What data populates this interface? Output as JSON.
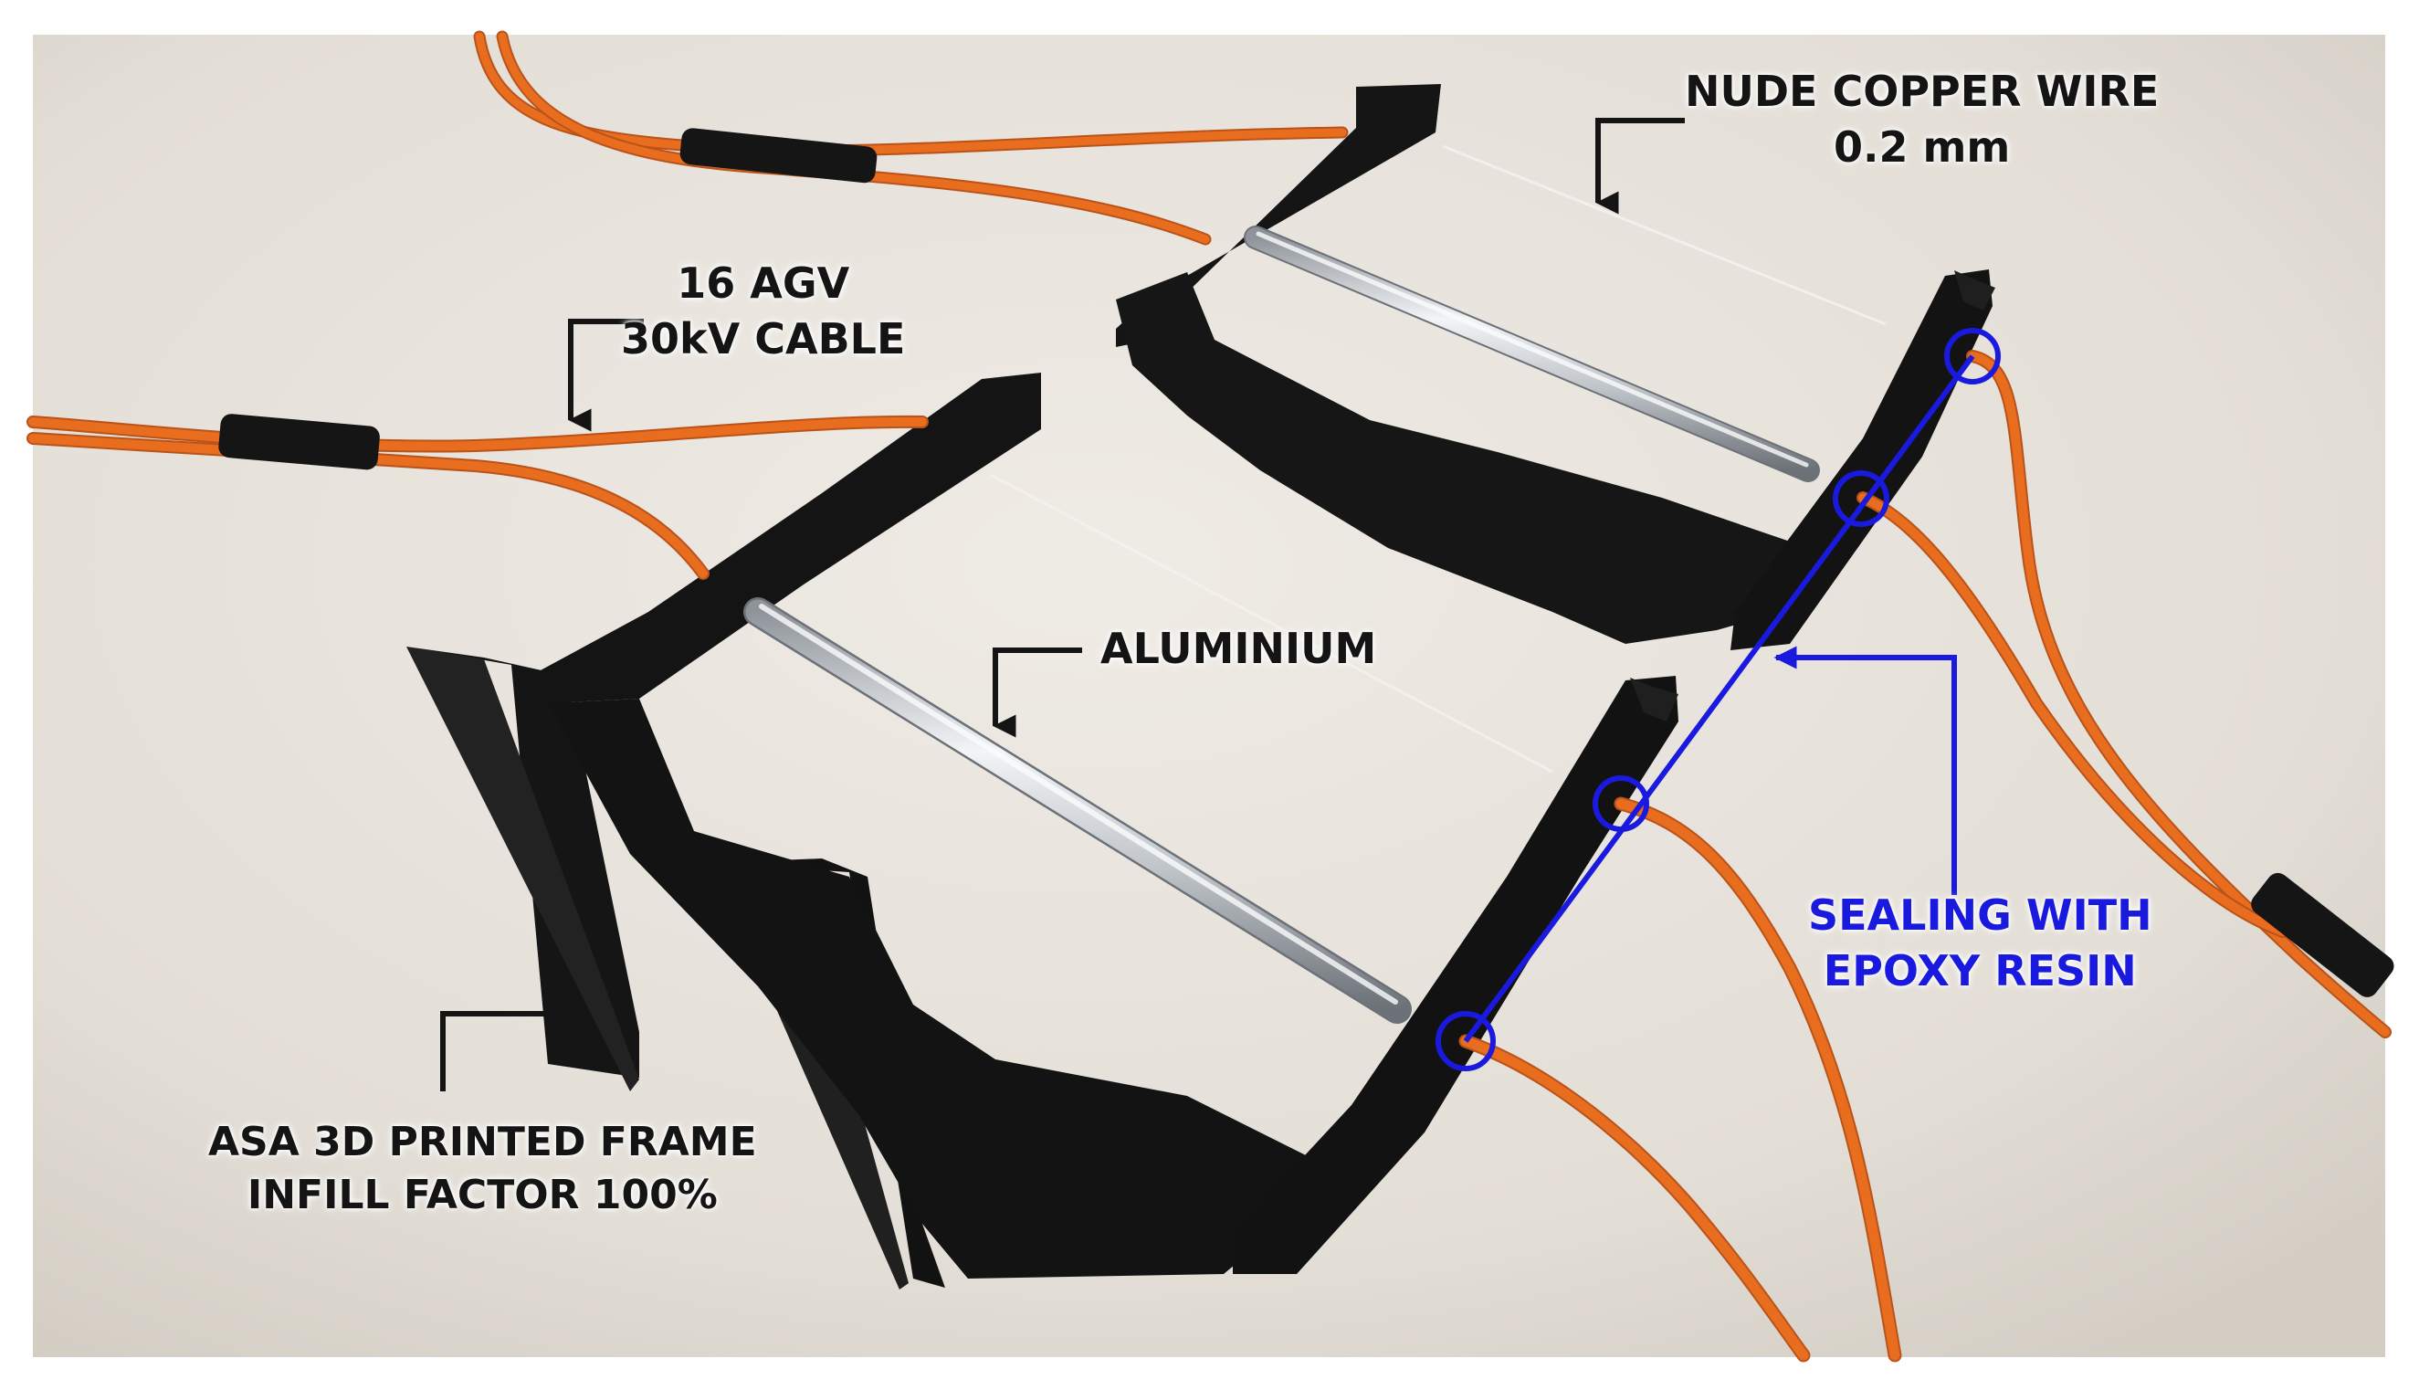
{
  "colors": {
    "background": "#e6e1da",
    "frame": "#141414",
    "cable": "#e86d1e",
    "callout": "#141414",
    "epoxy_annotation": "#1a1adf",
    "aluminium": "#c8ccd0"
  },
  "labels": {
    "copper_wire": {
      "line1": "NUDE COPPER WIRE",
      "line2": "0.2 mm"
    },
    "cable": {
      "line1": "16 AGV",
      "line2": "30kV CABLE"
    },
    "aluminium": {
      "line1": "ALUMINIUM"
    },
    "epoxy": {
      "line1": "SEALING WITH",
      "line2": "EPOXY RESIN"
    },
    "frame": {
      "line1": "ASA 3D PRINTED FRAME",
      "line2": "INFILL FACTOR 100%"
    }
  }
}
